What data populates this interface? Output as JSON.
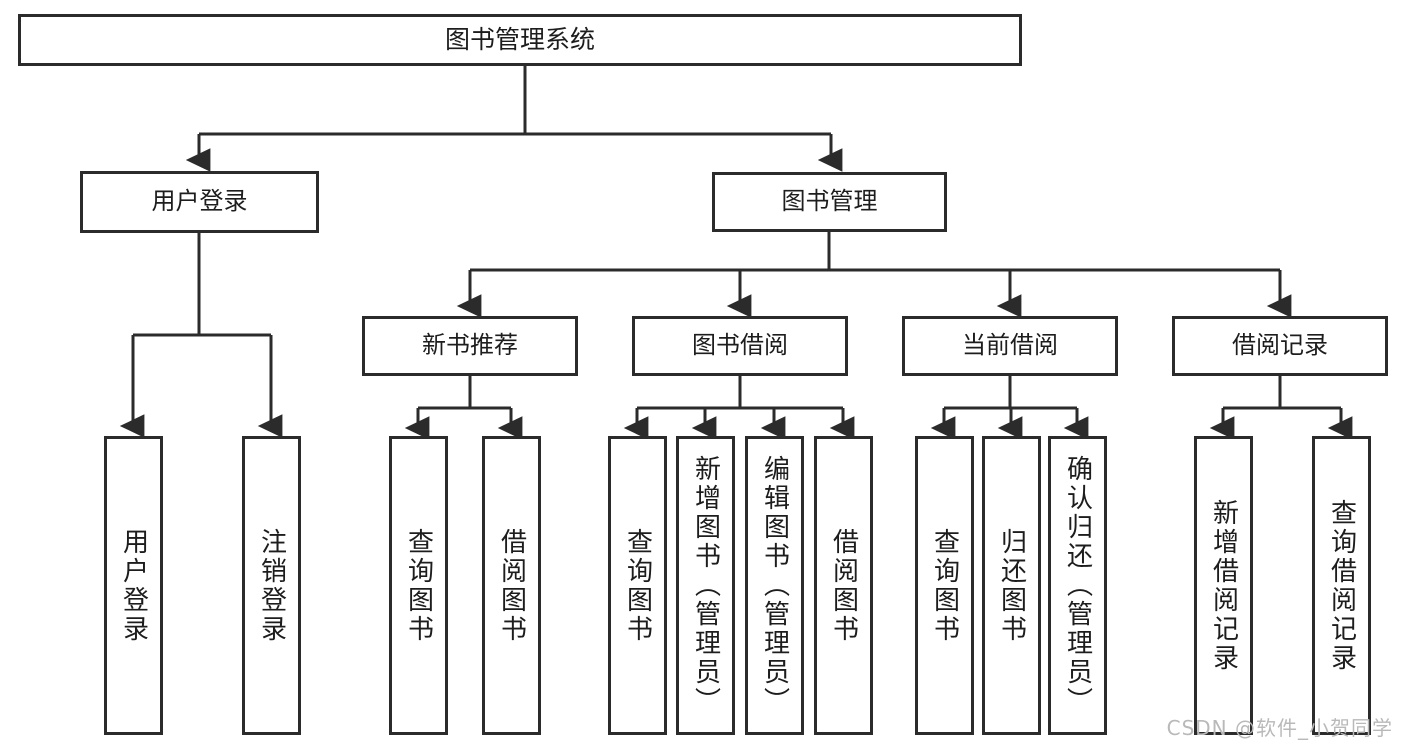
{
  "diagram": {
    "title": "图书管理系统",
    "type": "hierarchy-tree",
    "watermark": "CSDN @软件_小贺同学",
    "colors": {
      "stroke": "#2b2b2b",
      "fill": "#ffffff",
      "text": "#1d1d1d",
      "watermark": "#b9b9b9"
    },
    "root": {
      "label": "图书管理系统"
    },
    "level1": [
      {
        "label": "用户登录"
      },
      {
        "label": "图书管理"
      }
    ],
    "level2": [
      {
        "label": "新书推荐"
      },
      {
        "label": "图书借阅"
      },
      {
        "label": "当前借阅"
      },
      {
        "label": "借阅记录"
      }
    ],
    "leaves": {
      "user_login": [
        {
          "label": "用户登录"
        },
        {
          "label": "注销登录"
        }
      ],
      "new_book_recommend": [
        {
          "label": "查询图书"
        },
        {
          "label": "借阅图书"
        }
      ],
      "book_borrow": [
        {
          "label": "查询图书"
        },
        {
          "label": "新增图书（管理员）"
        },
        {
          "label": "编辑图书（管理员）"
        },
        {
          "label": "借阅图书"
        }
      ],
      "current_borrow": [
        {
          "label": "查询图书"
        },
        {
          "label": "归还图书"
        },
        {
          "label": "确认归还（管理员）"
        }
      ],
      "borrow_record": [
        {
          "label": "新增借阅记录"
        },
        {
          "label": "查询借阅记录"
        }
      ]
    }
  }
}
